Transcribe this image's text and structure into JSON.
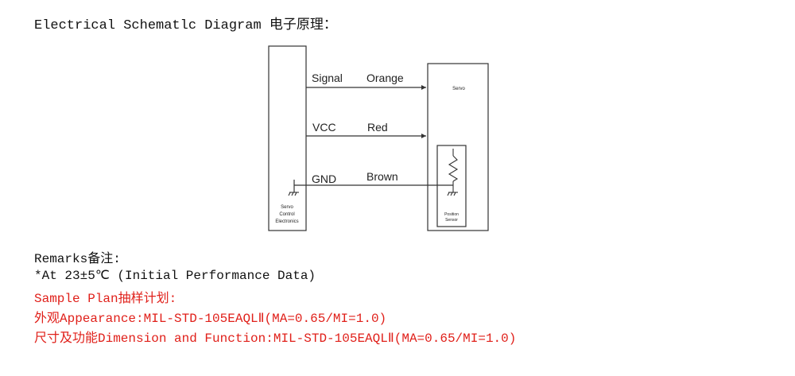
{
  "title": "Electrical Schematlc Diagram 电子原理：",
  "diagram": {
    "left_box_label": [
      "Servo",
      "Control",
      "Electronics"
    ],
    "right_box_label": "Servo",
    "sensor_label": [
      "Position",
      "Sensor"
    ],
    "wires": [
      {
        "name": "Signal",
        "color": "Orange"
      },
      {
        "name": "VCC",
        "color": "Red"
      },
      {
        "name": "GND",
        "color": "Brown"
      }
    ]
  },
  "remarks": {
    "heading": "Remarks备注:",
    "line1": "*At 23±5℃ (Initial Performance Data)",
    "line2": "Sample Plan抽样计划:",
    "line3": "外观Appearance:MIL-STD-105EAQLⅡ(MA=0.65/MI=1.0)",
    "line4": "尺寸及功能Dimension and Function:MIL-STD-105EAQLⅡ(MA=0.65/MI=1.0)"
  },
  "colors": {
    "remark_highlight": "#e0201a",
    "line": "#333333"
  }
}
